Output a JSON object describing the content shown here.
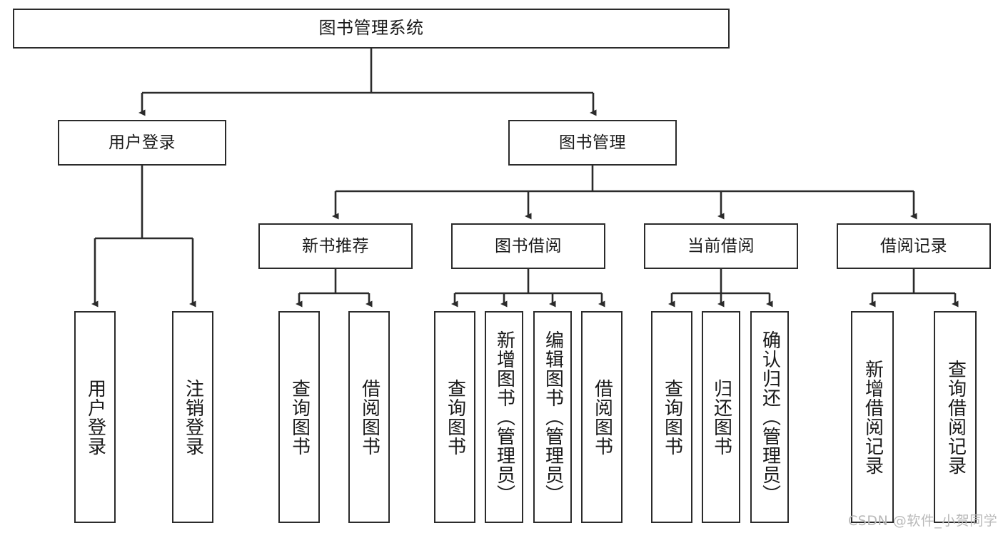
{
  "diagram": {
    "type": "tree-hierarchy",
    "title": "图书管理系统",
    "root": {
      "label": "图书管理系统"
    },
    "level2": [
      {
        "label": "用户登录"
      },
      {
        "label": "图书管理"
      }
    ],
    "level3": [
      {
        "label": "新书推荐"
      },
      {
        "label": "图书借阅"
      },
      {
        "label": "当前借阅"
      },
      {
        "label": "借阅记录"
      }
    ],
    "leaves": [
      {
        "label": "用户登录",
        "parent": "用户登录"
      },
      {
        "label": "注销登录",
        "parent": "用户登录"
      },
      {
        "label": "查询图书",
        "parent": "新书推荐"
      },
      {
        "label": "借阅图书",
        "parent": "新书推荐"
      },
      {
        "label": "查询图书",
        "parent": "图书借阅"
      },
      {
        "label": "新增图书（管理员）",
        "parent": "图书借阅"
      },
      {
        "label": "编辑图书（管理员）",
        "parent": "图书借阅"
      },
      {
        "label": "借阅图书",
        "parent": "图书借阅"
      },
      {
        "label": "查询图书",
        "parent": "当前借阅"
      },
      {
        "label": "归还图书",
        "parent": "当前借阅"
      },
      {
        "label": "确认归还（管理员）",
        "parent": "当前借阅"
      },
      {
        "label": "新增借阅记录",
        "parent": "借阅记录"
      },
      {
        "label": "查询借阅记录",
        "parent": "借阅记录"
      }
    ]
  },
  "watermark": {
    "text": "CSDN @软件_小贺同学"
  },
  "colors": {
    "stroke": "#2b2b2b",
    "fill": "#ffffff",
    "text": "#1a1a1a",
    "watermark": "#b9b9b9"
  }
}
